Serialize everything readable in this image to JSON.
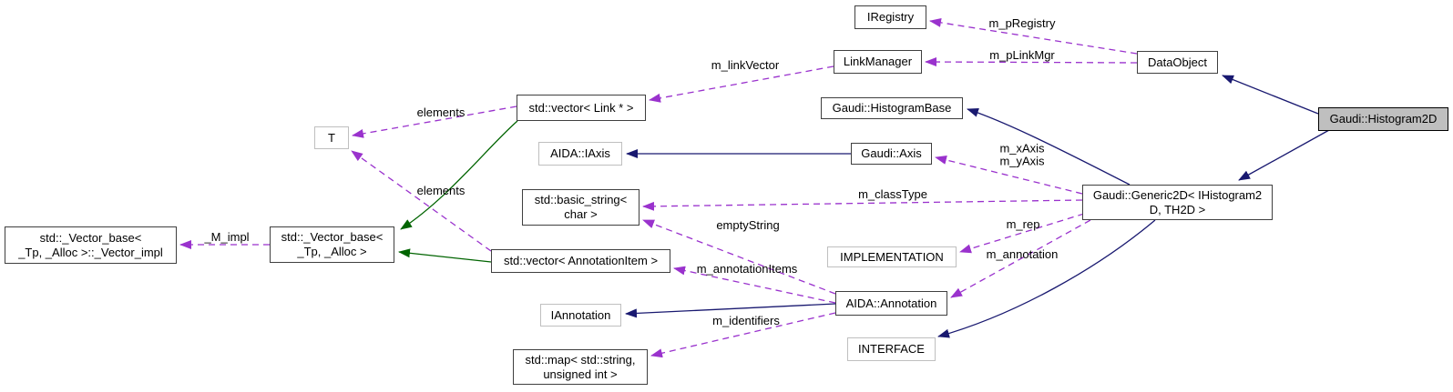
{
  "diagram": {
    "type": "collaboration-graph",
    "focus_node": "Gaudi::Histogram2D",
    "colors": {
      "background": "#ffffff",
      "inheritance_edge": "#191970",
      "protected_inheritance_edge": "#006400",
      "usage_edge": "#9a32cd",
      "node_fill": "#ffffff",
      "focus_node_fill": "#bfbfbf",
      "node_border": "#3f3f3f",
      "undocumented_node_border": "#bfbfbf"
    },
    "nodes": {
      "iregistry": {
        "label": "IRegistry"
      },
      "linkmanager": {
        "label": "LinkManager"
      },
      "dataobject": {
        "label": "DataObject"
      },
      "histogram2d": {
        "label": "Gaudi::Histogram2D"
      },
      "histogrambase": {
        "label": "Gaudi::HistogramBase"
      },
      "gaudiaxis": {
        "label": "Gaudi::Axis"
      },
      "aidaiaxis": {
        "label": "AIDA::IAxis"
      },
      "vectorlink": {
        "label": "std::vector< Link * >"
      },
      "basicstring": {
        "label": "std::basic_string<\nchar >"
      },
      "t": {
        "label": "T"
      },
      "vectorimpl": {
        "label": "std::_Vector_base<\n_Tp, _Alloc >::_Vector_impl"
      },
      "vectorbase": {
        "label": "std::_Vector_base<\n_Tp, _Alloc >"
      },
      "vectorannotation": {
        "label": "std::vector< AnnotationItem >"
      },
      "iannotation": {
        "label": "IAnnotation"
      },
      "implementation": {
        "label": "IMPLEMENTATION"
      },
      "annotation": {
        "label": "AIDA::Annotation"
      },
      "interface": {
        "label": "INTERFACE"
      },
      "stdmap": {
        "label": "std::map< std::string,\nunsigned int >"
      },
      "generic2d": {
        "label": "Gaudi::Generic2D< IHistogram2\nD, TH2D >"
      }
    },
    "edge_labels": {
      "m_pRegistry": "m_pRegistry",
      "m_pLinkMgr": "m_pLinkMgr",
      "m_linkVector": "m_linkVector",
      "elements_link": "elements",
      "elements_annotation": "elements",
      "m_axes": "m_xAxis\nm_yAxis",
      "m_classType": "m_classType",
      "emptyString": "emptyString",
      "m_annotationItems": "m_annotationItems",
      "m_identifiers": "m_identifiers",
      "m_rep": "m_rep",
      "m_annotation": "m_annotation",
      "m_impl": "_M_impl"
    }
  }
}
